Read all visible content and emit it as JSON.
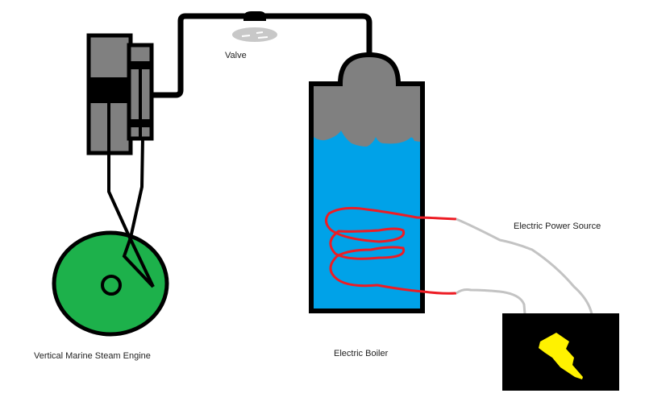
{
  "diagram": {
    "title": "Steam engine driven by electric boiler",
    "colors": {
      "outline": "#000000",
      "metal_gray": "#808080",
      "water_blue": "#00a2e8",
      "flywheel_green": "#1db14b",
      "heating_element_red": "#ed1c24",
      "wire_gray": "#c3c3c3",
      "valve_wheel_gray": "#c8c8c8",
      "bolt_yellow": "#fff200",
      "power_box_black": "#000000"
    },
    "labels": {
      "valve": "Valve",
      "engine": "Vertical Marine Steam Engine",
      "boiler": "Electric Boiler",
      "power_source": "Electric Power Source"
    },
    "components": [
      {
        "id": "engine",
        "name": "Vertical Marine Steam Engine"
      },
      {
        "id": "steam-pipe",
        "name": "Steam pipe"
      },
      {
        "id": "valve",
        "name": "Valve"
      },
      {
        "id": "boiler",
        "name": "Electric Boiler"
      },
      {
        "id": "heating-element",
        "name": "Heating coil"
      },
      {
        "id": "power-source",
        "name": "Electric Power Source"
      }
    ],
    "connections": [
      {
        "from": "boiler",
        "to": "valve",
        "via": "steam-pipe"
      },
      {
        "from": "valve",
        "to": "engine",
        "via": "steam-pipe"
      },
      {
        "from": "power-source",
        "to": "heating-element",
        "via": "wires"
      }
    ]
  }
}
